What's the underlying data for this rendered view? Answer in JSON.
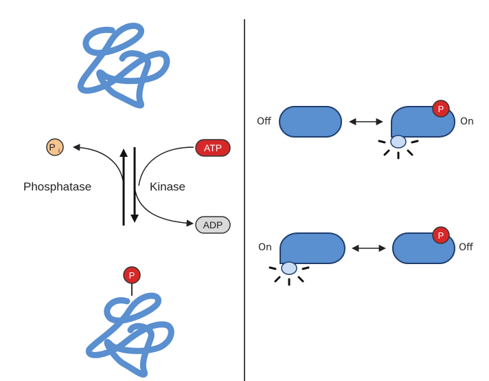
{
  "left_panel": {
    "phosphatase_label": "Phosphatase",
    "kinase_label": "Kinase",
    "atp_label": "ATP",
    "adp_label": "ADP",
    "pi_label": "P",
    "pi_subscript": "i",
    "phosphate_label": "P"
  },
  "right_panel": {
    "top_row": {
      "left_state": "Off",
      "right_state": "On",
      "phosphate_label": "P"
    },
    "bottom_row": {
      "left_state": "On",
      "right_state": "Off",
      "phosphate_label": "P"
    }
  },
  "colors": {
    "protein_blue": "#5a8fd0",
    "protein_stroke": "#1f3f6e",
    "phosphate_red": "#d62828",
    "pi_orange": "#f6c48f",
    "adp_gray": "#d9d9d9",
    "divider": "#444444"
  }
}
